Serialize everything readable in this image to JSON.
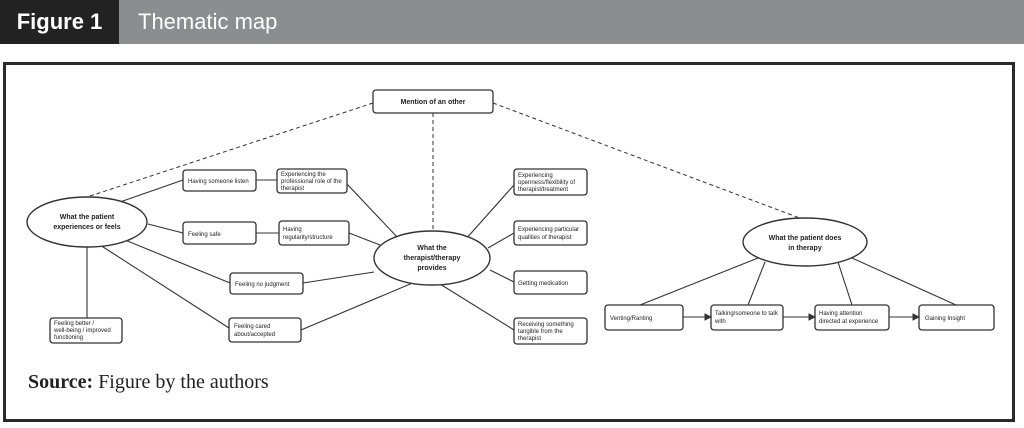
{
  "header": {
    "figure_label": "Figure 1",
    "title": "Thematic map"
  },
  "source": {
    "label": "Source:",
    "text": "Figure by the authors"
  },
  "nodes": {
    "mention_other": [
      "Mention of an other"
    ],
    "patient_experiences": [
      "What the patient",
      "experiences or feels"
    ],
    "having_listen": [
      "Having someone listen"
    ],
    "professional_role": [
      "Experiencing the",
      "professional role of the",
      "therapist"
    ],
    "feeling_safe": [
      "Feeling safe"
    ],
    "regularity": [
      "Having",
      "regularity/structure"
    ],
    "no_judgment": [
      "Feeling no judgment"
    ],
    "cared_accepted": [
      "Feeling cared",
      "about/accepted"
    ],
    "feeling_better": [
      "Feeling better /",
      "well-being / improved",
      "functioning"
    ],
    "therapist_provides": [
      "What the",
      "therapist/therapy",
      "provides"
    ],
    "openness": [
      "Experiencing",
      "openness/flexibility of",
      "therapist/treatment"
    ],
    "qualities": [
      "Experiencing particular",
      "qualities of therapist"
    ],
    "medication": [
      "Getting medication"
    ],
    "tangible": [
      "Receiving something",
      "tangible from the",
      "therapist"
    ],
    "patient_does": [
      "What the patient does",
      "in therapy"
    ],
    "venting": [
      "Venting/Ranting"
    ],
    "talking": [
      "Talking/someone to talk",
      "with"
    ],
    "attention": [
      "Having attention",
      "directed at experience"
    ],
    "insight": [
      "Gaining Insight"
    ]
  }
}
